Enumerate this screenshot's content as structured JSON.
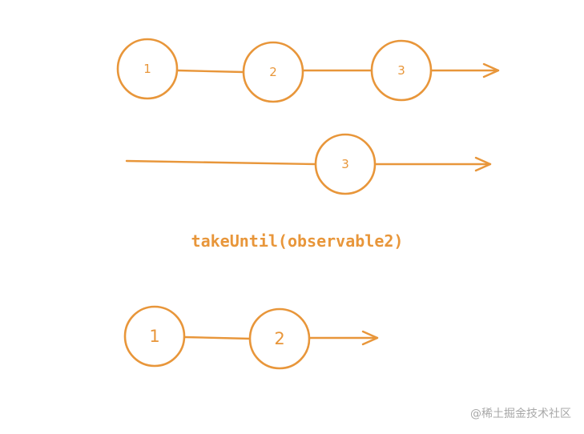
{
  "colors": {
    "stroke": "#E8963A",
    "text": "#E8963A",
    "watermark": "#A8A8A8",
    "background": "#FFFFFF"
  },
  "source_stream": {
    "marbles": [
      {
        "label": "1"
      },
      {
        "label": "2"
      },
      {
        "label": "3"
      }
    ]
  },
  "notifier_stream": {
    "marbles": [
      {
        "label": "3"
      }
    ]
  },
  "operator": {
    "label": "takeUntil(observable2)"
  },
  "result_stream": {
    "marbles": [
      {
        "label": "1"
      },
      {
        "label": "2"
      }
    ]
  },
  "watermark": {
    "text": "@稀土掘金技术社区"
  }
}
